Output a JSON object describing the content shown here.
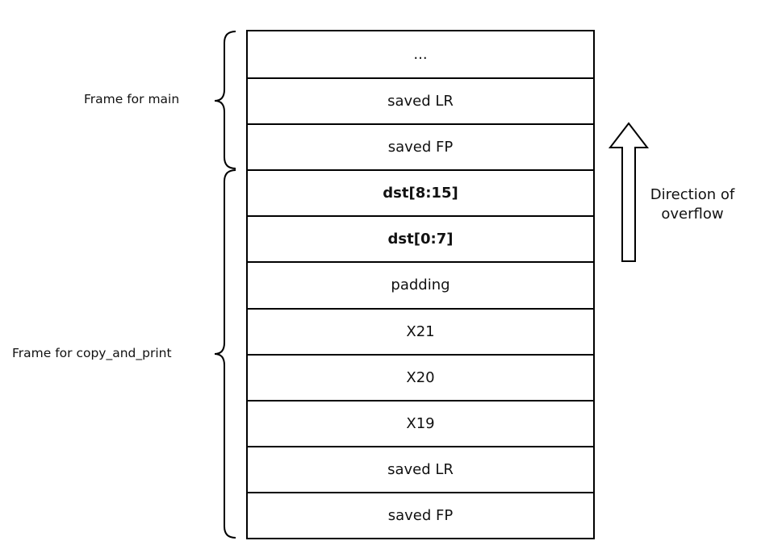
{
  "frames": [
    {
      "label": "Frame for main"
    },
    {
      "label": "Frame for copy_and_print"
    }
  ],
  "stack_cells": [
    {
      "text": "...",
      "bold": false
    },
    {
      "text": "saved LR",
      "bold": false
    },
    {
      "text": "saved FP",
      "bold": false
    },
    {
      "text": "dst[8:15]",
      "bold": true
    },
    {
      "text": "dst[0:7]",
      "bold": true
    },
    {
      "text": "padding",
      "bold": false
    },
    {
      "text": "X21",
      "bold": false
    },
    {
      "text": "X20",
      "bold": false
    },
    {
      "text": "X19",
      "bold": false
    },
    {
      "text": "saved LR",
      "bold": false
    },
    {
      "text": "saved FP",
      "bold": false
    }
  ],
  "direction": {
    "line1": "Direction of",
    "line2": "overflow",
    "icon": "up-arrow-icon"
  }
}
